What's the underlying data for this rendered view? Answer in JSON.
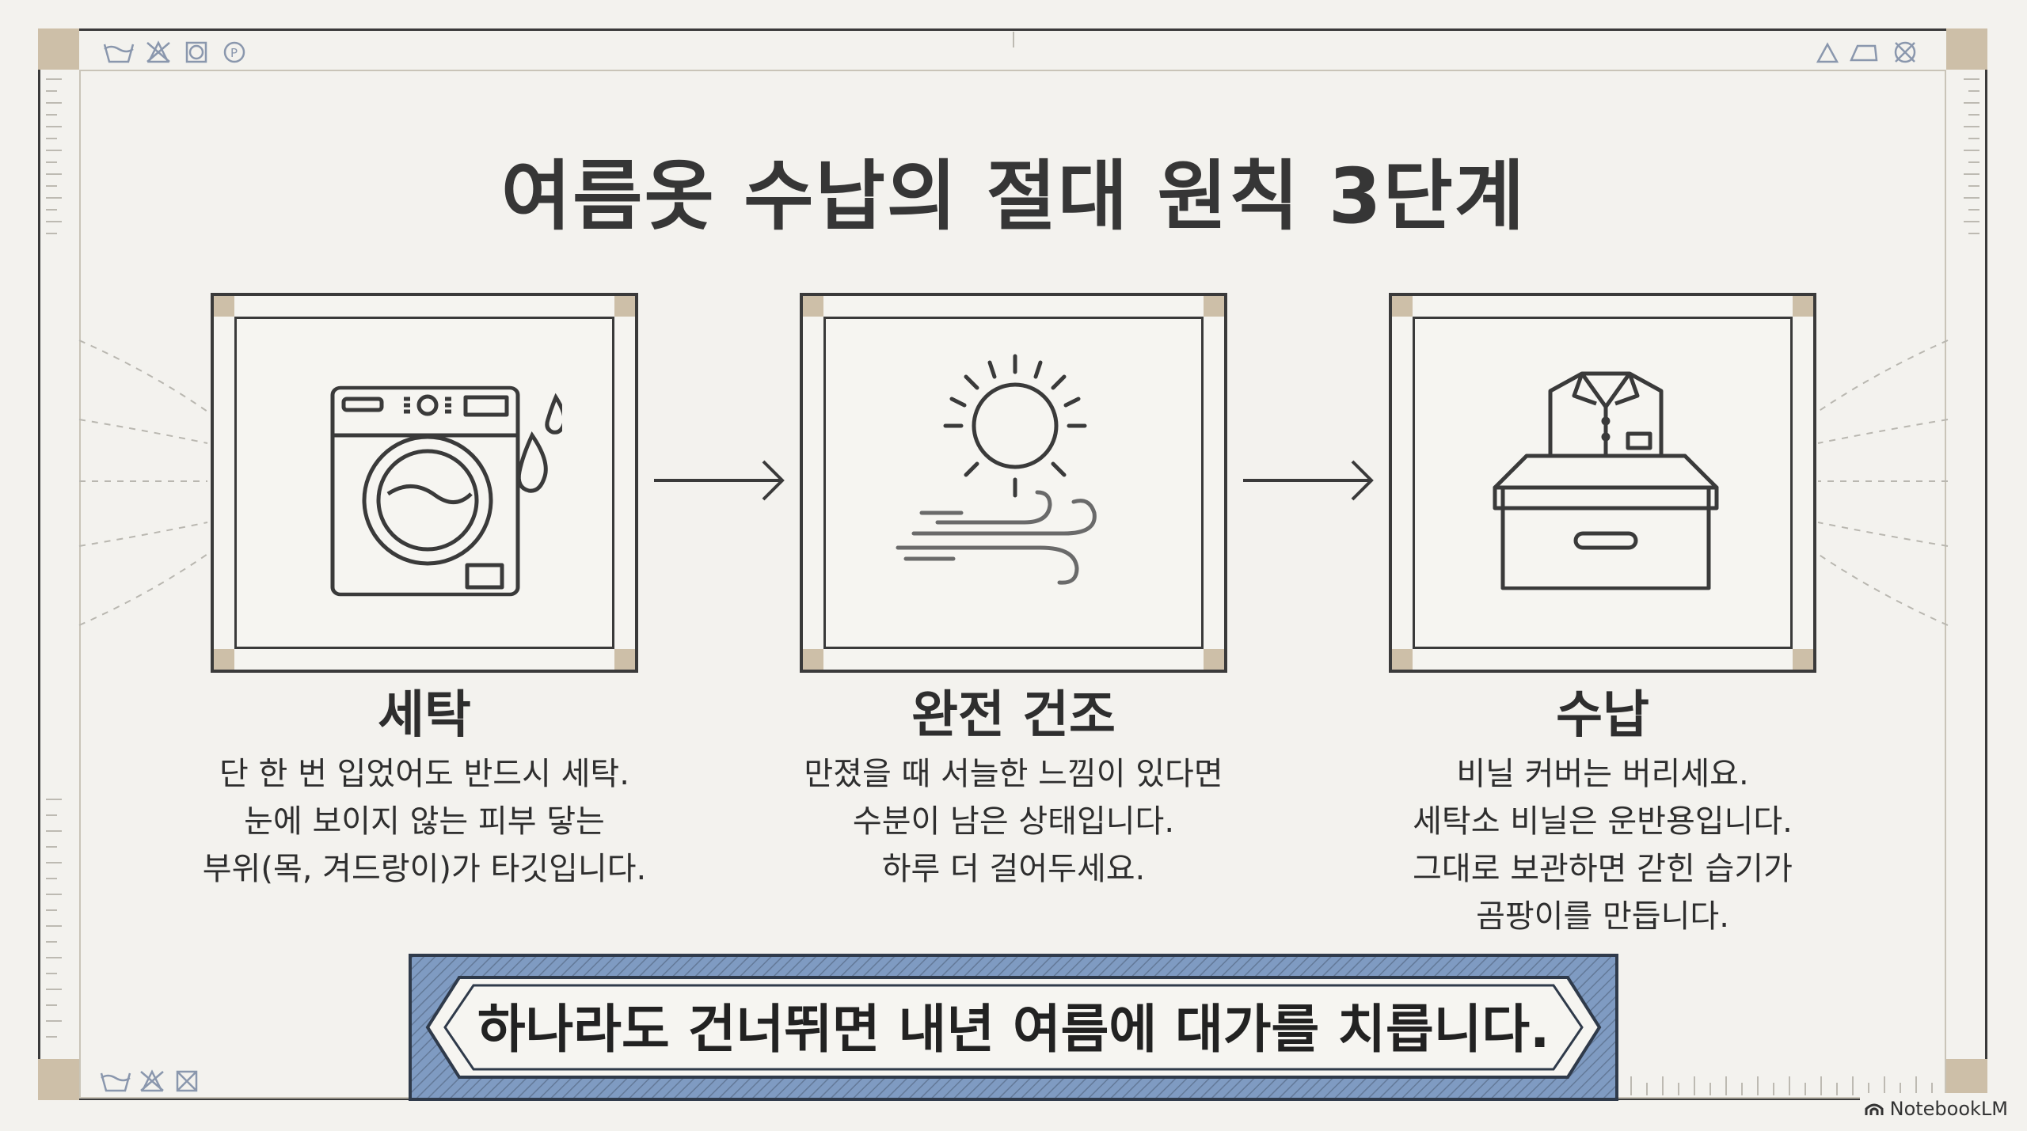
{
  "title": "여름옷 수납의 절대 원칙 3단계",
  "steps": [
    {
      "title": "세탁",
      "icon": "washing-machine-icon",
      "lines": [
        "단 한 번 입었어도 반드시 세탁.",
        "눈에 보이지 않는 피부 닿는",
        "부위(목, 겨드랑이)가 타깃입니다."
      ]
    },
    {
      "title": "완전 건조",
      "icon": "sun-wind-icon",
      "lines": [
        "만졌을 때 서늘한 느낌이 있다면",
        "수분이 남은 상태입니다.",
        "하루 더 걸어두세요."
      ]
    },
    {
      "title": "수납",
      "icon": "shirt-box-icon",
      "lines": [
        "비닐 커버는 버리세요.",
        "세탁소 비닐은 운반용입니다.",
        "그대로 보관하면 갇힌 습기가",
        "곰팡이를 만듭니다."
      ]
    }
  ],
  "banner": "하나라도 건너뛰면 내년 여름에 대가를 치릅니다.",
  "watermark": "NotebookLM",
  "colors": {
    "banner": "#7f9bc2",
    "accent": "#cdbfa8",
    "ink": "#2e2e2e"
  }
}
